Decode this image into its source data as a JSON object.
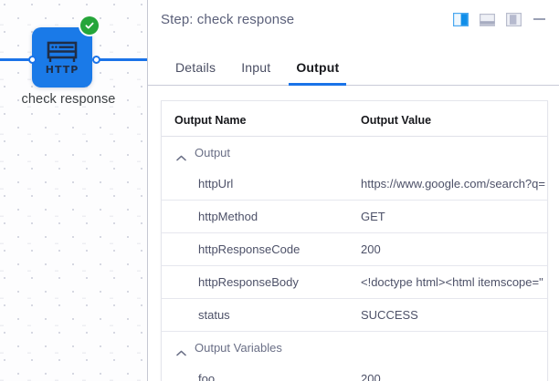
{
  "canvas": {
    "node": {
      "icon_name": "http-node-icon",
      "icon_text": "HTTP",
      "caption": "check response",
      "status_icon": "check-circle-icon",
      "status_color": "#25a53a",
      "node_color": "#1a7ae8"
    }
  },
  "panel": {
    "header": {
      "title": "Step: check response",
      "controls": [
        {
          "name": "layout-split-right-icon",
          "label": "Split right",
          "active": true
        },
        {
          "name": "layout-dock-bottom-icon",
          "label": "Dock bottom",
          "active": false
        },
        {
          "name": "layout-split-left-icon",
          "label": "Split left",
          "active": false
        },
        {
          "name": "minimize-icon",
          "label": "Minimize",
          "active": false
        }
      ],
      "accent_color": "#1a73e8"
    },
    "tabs": [
      {
        "label": "Details",
        "active": false
      },
      {
        "label": "Input",
        "active": false
      },
      {
        "label": "Output",
        "active": true
      }
    ],
    "table": {
      "headers": {
        "name": "Output Name",
        "value": "Output Value"
      },
      "groups": [
        {
          "label": "Output",
          "expanded": true,
          "rows": [
            {
              "name": "httpUrl",
              "value": "https://www.google.com/search?q="
            },
            {
              "name": "httpMethod",
              "value": "GET"
            },
            {
              "name": "httpResponseCode",
              "value": "200"
            },
            {
              "name": "httpResponseBody",
              "value": "<!doctype html><html itemscope=\""
            },
            {
              "name": "status",
              "value": "SUCCESS"
            }
          ]
        },
        {
          "label": "Output Variables",
          "expanded": true,
          "rows": [
            {
              "name": "foo",
              "value": "200"
            }
          ]
        }
      ]
    }
  }
}
